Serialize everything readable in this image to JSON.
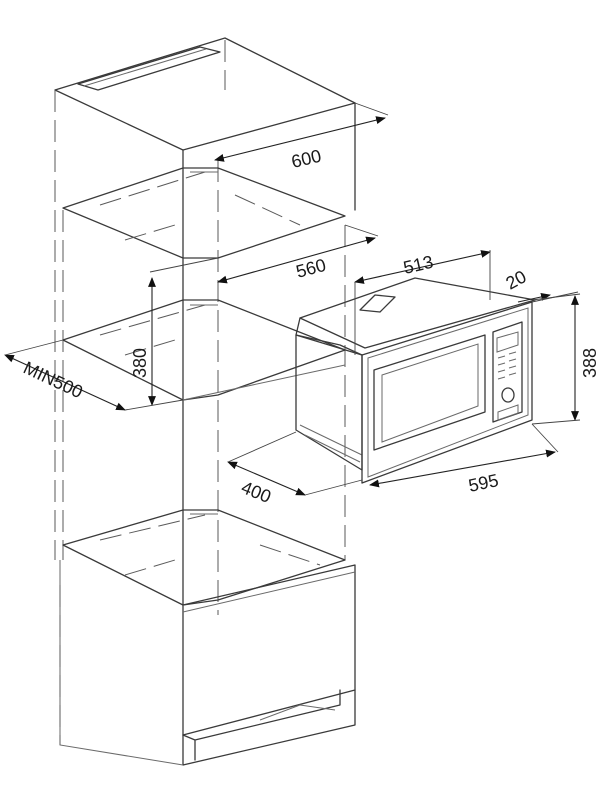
{
  "dimensions": {
    "cabinet_depth": "600",
    "cabinet_inner_depth": "560",
    "niche_height": "380",
    "min_depth": "MIN500",
    "oven_depth": "513",
    "frame_offset": "20",
    "oven_height": "388",
    "oven_body_depth": "400",
    "oven_width": "595"
  },
  "colors": {
    "line": "#3a3a3a",
    "dimension": "#222222"
  }
}
